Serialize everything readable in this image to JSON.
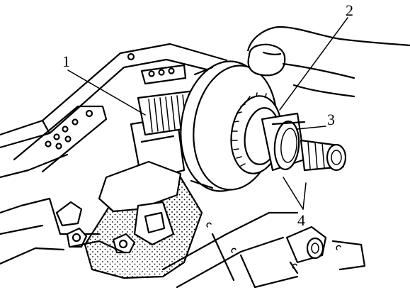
{
  "callouts": [
    {
      "id": "1",
      "text": "1"
    },
    {
      "id": "2",
      "text": "2"
    },
    {
      "id": "3",
      "text": "3"
    },
    {
      "id": "4",
      "text": "4"
    }
  ],
  "colors": {
    "ink": "#000000",
    "paper": "#ffffff"
  }
}
